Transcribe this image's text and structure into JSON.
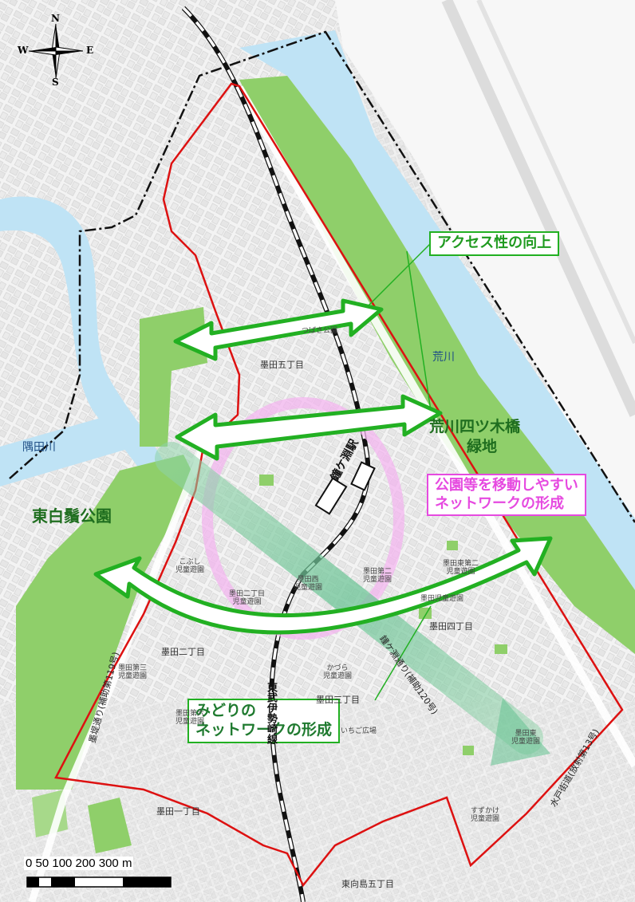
{
  "compass": {
    "n": "N",
    "s": "S",
    "e": "E",
    "w": "W"
  },
  "rivers": {
    "arakawa": "荒川",
    "sumida": "隅田川"
  },
  "parks": {
    "higashi_shirahige": "東白鬚公園",
    "arakawa_yotsugi_line1": "荒川四ツ木橋",
    "arakawa_yotsugi_line2": "緑地"
  },
  "callouts": {
    "access": "アクセス性の向上",
    "park_network_line1": "公園等を移動しやすい",
    "park_network_line2": "ネットワークの形成",
    "green_network_line1": "みどりの",
    "green_network_line2": "ネットワークの形成"
  },
  "station": "鐘ケ淵駅",
  "railway": "東武伊勢崎線",
  "roads": {
    "sumida_tsutsumi": "墨堤通り(補助第119号)",
    "kanegafuchi": "鐘ケ淵通り(補助120号)",
    "mito_kaido": "水戸街道(放射第13号)"
  },
  "districts": {
    "sumida5": "墨田五丁目",
    "sumida4": "墨田四丁目",
    "sumida3": "墨田三丁目",
    "sumida2": "墨田二丁目",
    "sumida1": "墨田一丁目",
    "higashimukojima5": "東向島五丁目"
  },
  "places": {
    "tsubaki": "つばき公園",
    "kobushi_1": "こぶし",
    "kobushi_2": "児童遊園",
    "s2chome_1": "墨田二丁目",
    "s2chome_2": "児童遊園",
    "snishi_1": "墨田西",
    "snishi_2": "児童遊園",
    "sdai2_1": "墨田第二",
    "sdai2_2": "児童遊園",
    "shigashidai2_1": "墨田東第二",
    "shigashidai2_2": "児童遊園",
    "sjido": "墨田児童遊園",
    "sdai3_1": "墨田第三",
    "sdai3_2": "児童遊園",
    "kazura_1": "かづら",
    "kazura_2": "児童遊園",
    "sdai6_1": "墨田第六",
    "sdai6_2": "児童遊園",
    "ichigo": "いちご広場",
    "shigashi_1": "墨田東",
    "shigashi_2": "児童遊園",
    "suzukake_1": "すずかけ",
    "suzukake_2": "児童遊園"
  },
  "scale_bar": {
    "labels": "0   50 100      200      300 m"
  },
  "colors": {
    "river": "#bfe3f5",
    "green_area": "#8fcf6a",
    "arrow": "#22b022",
    "boundary": "#dd1111",
    "callout_magenta": "#e64ae0",
    "pink_circle": "#f4b2ef"
  }
}
